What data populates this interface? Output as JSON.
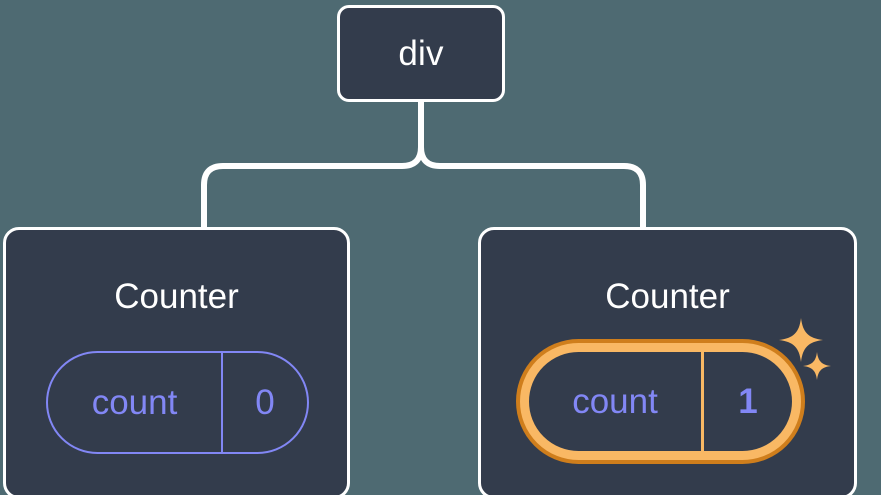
{
  "canvas": {
    "background_color": "#4e6a72",
    "node_fill_color": "#333c4c",
    "node_border_color": "#ffffff",
    "connector_color": "#ffffff",
    "state_color": "#8287f5",
    "highlight_color": "#f9b864",
    "highlight_outer_color": "#cf7e1c"
  },
  "tree": {
    "root": {
      "label": "div"
    },
    "children": [
      {
        "title": "Counter",
        "state": {
          "key": "count",
          "value": "0",
          "highlighted": false
        }
      },
      {
        "title": "Counter",
        "state": {
          "key": "count",
          "value": "1",
          "highlighted": true
        },
        "sparkles": [
          {
            "name": "sparkle-large"
          },
          {
            "name": "sparkle-small"
          }
        ]
      }
    ]
  }
}
